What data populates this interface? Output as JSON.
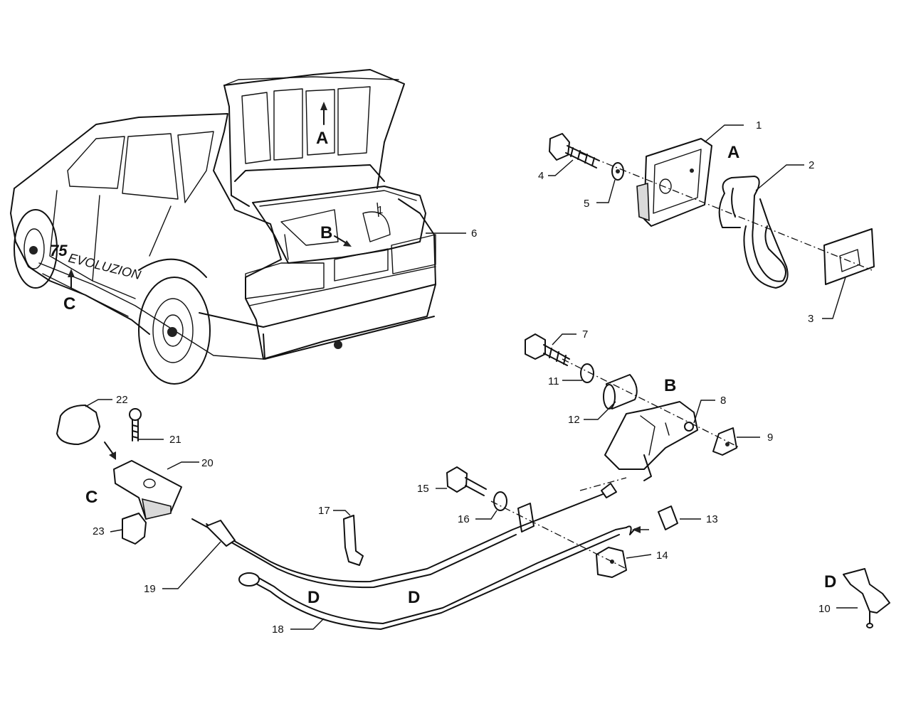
{
  "views": {
    "A": "A",
    "B": "B",
    "C": "C",
    "D": "D"
  },
  "car": {
    "badge_model": "75",
    "badge_text": "EVOLUZION"
  },
  "callouts": {
    "1": "1",
    "2": "2",
    "3": "3",
    "4": "4",
    "5": "5",
    "6": "6",
    "7": "7",
    "8": "8",
    "9": "9",
    "10": "10",
    "11": "11",
    "12": "12",
    "13": "13",
    "14": "14",
    "15": "15",
    "16": "16",
    "17": "17",
    "18": "18",
    "19": "19",
    "20": "20",
    "21": "21",
    "22": "22",
    "23": "23"
  }
}
